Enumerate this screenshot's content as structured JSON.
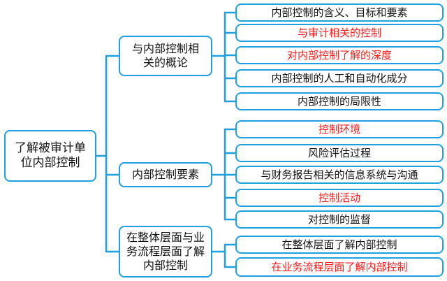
{
  "root": {
    "text": "了解被审计单位内部控制"
  },
  "colors": {
    "line": "#1fa0e0",
    "highlight": "#ff1a1a",
    "text": "#111111"
  },
  "branches": [
    {
      "title": "与内部控制相关的概论",
      "leaves": [
        {
          "text": "内部控制的含义、目标和要素",
          "highlight": false
        },
        {
          "text": "与审计相关的控制",
          "highlight": true
        },
        {
          "text": "对内部控制了解的深度",
          "highlight": true
        },
        {
          "text": "内部控制的人工和自动化成分",
          "highlight": false
        },
        {
          "text": "内部控制的局限性",
          "highlight": false
        }
      ]
    },
    {
      "title": "内部控制要素",
      "leaves": [
        {
          "text": "控制环境",
          "highlight": true
        },
        {
          "text": "风险评估过程",
          "highlight": false
        },
        {
          "text": "与财务报告相关的信息系统与沟通",
          "highlight": false
        },
        {
          "text": "控制活动",
          "highlight": true
        },
        {
          "text": "对控制的监督",
          "highlight": false
        }
      ]
    },
    {
      "title": "在整体层面与业务流程层面了解内部控制",
      "leaves": [
        {
          "text": "在整体层面了解内部控制",
          "highlight": false
        },
        {
          "text": "在业务流程层面了解内部控制",
          "highlight": true
        }
      ]
    }
  ]
}
